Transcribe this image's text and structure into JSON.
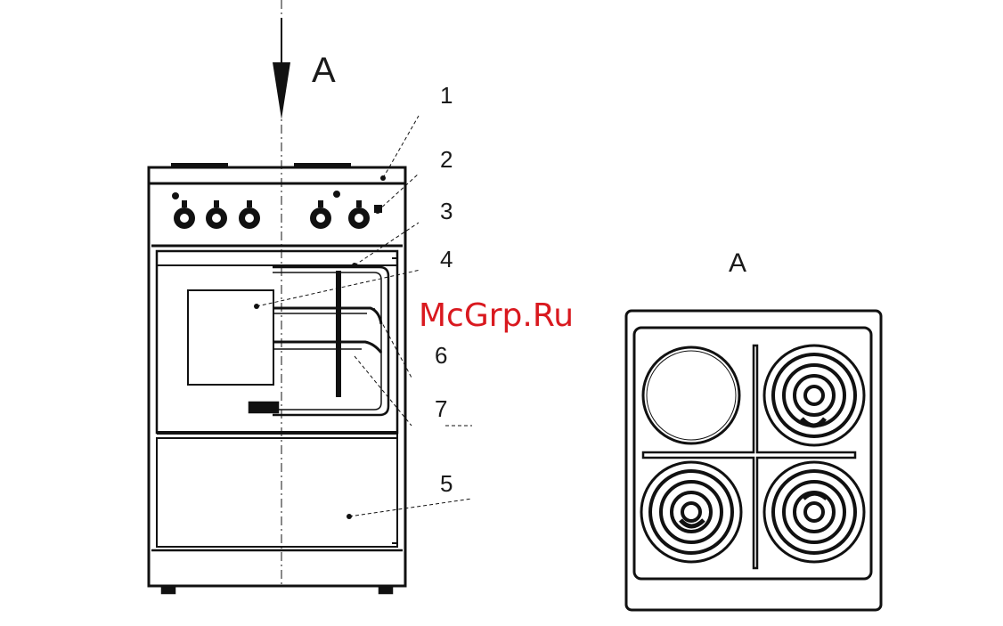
{
  "view_arrow_label": "A",
  "top_view_label": "A",
  "watermark": "McGrp.Ru",
  "callouts": [
    "1",
    "2",
    "3",
    "4",
    "5",
    "6",
    "7"
  ],
  "colors": {
    "ink": "#111111",
    "watermark": "#d9191f"
  }
}
